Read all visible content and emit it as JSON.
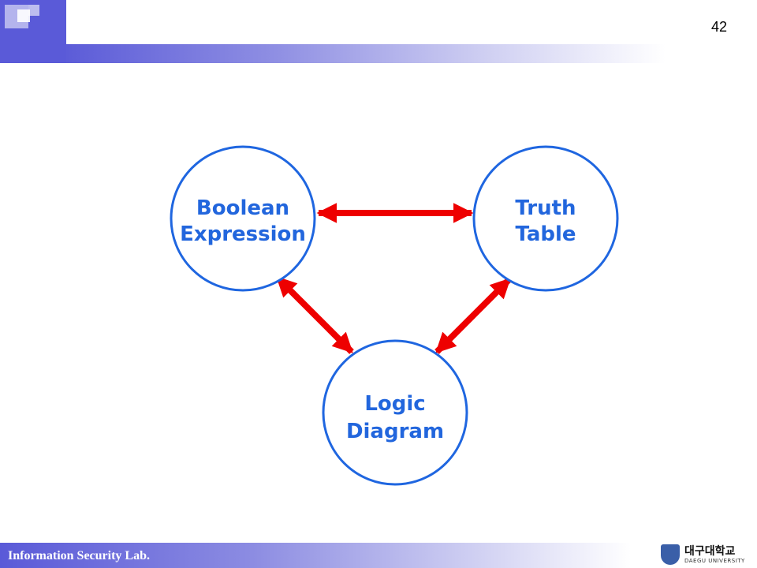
{
  "slide": {
    "page_number": "42"
  },
  "footer": {
    "lab_name": "Information Security Lab.",
    "logo_name": "대구대학교",
    "logo_subtitle": "DAEGU UNIVERSITY"
  },
  "diagram": {
    "nodes": {
      "boolean": {
        "line1": "Boolean",
        "line2": "Expression"
      },
      "truth": {
        "line1": "Truth",
        "line2": "Table"
      },
      "logic": {
        "line1": "Logic",
        "line2": "Diagram"
      }
    }
  },
  "colors": {
    "circle_stroke": "#1f66e0",
    "arrow": "#ee0000",
    "label": "#2266dd",
    "header": "#5a5ad8"
  }
}
